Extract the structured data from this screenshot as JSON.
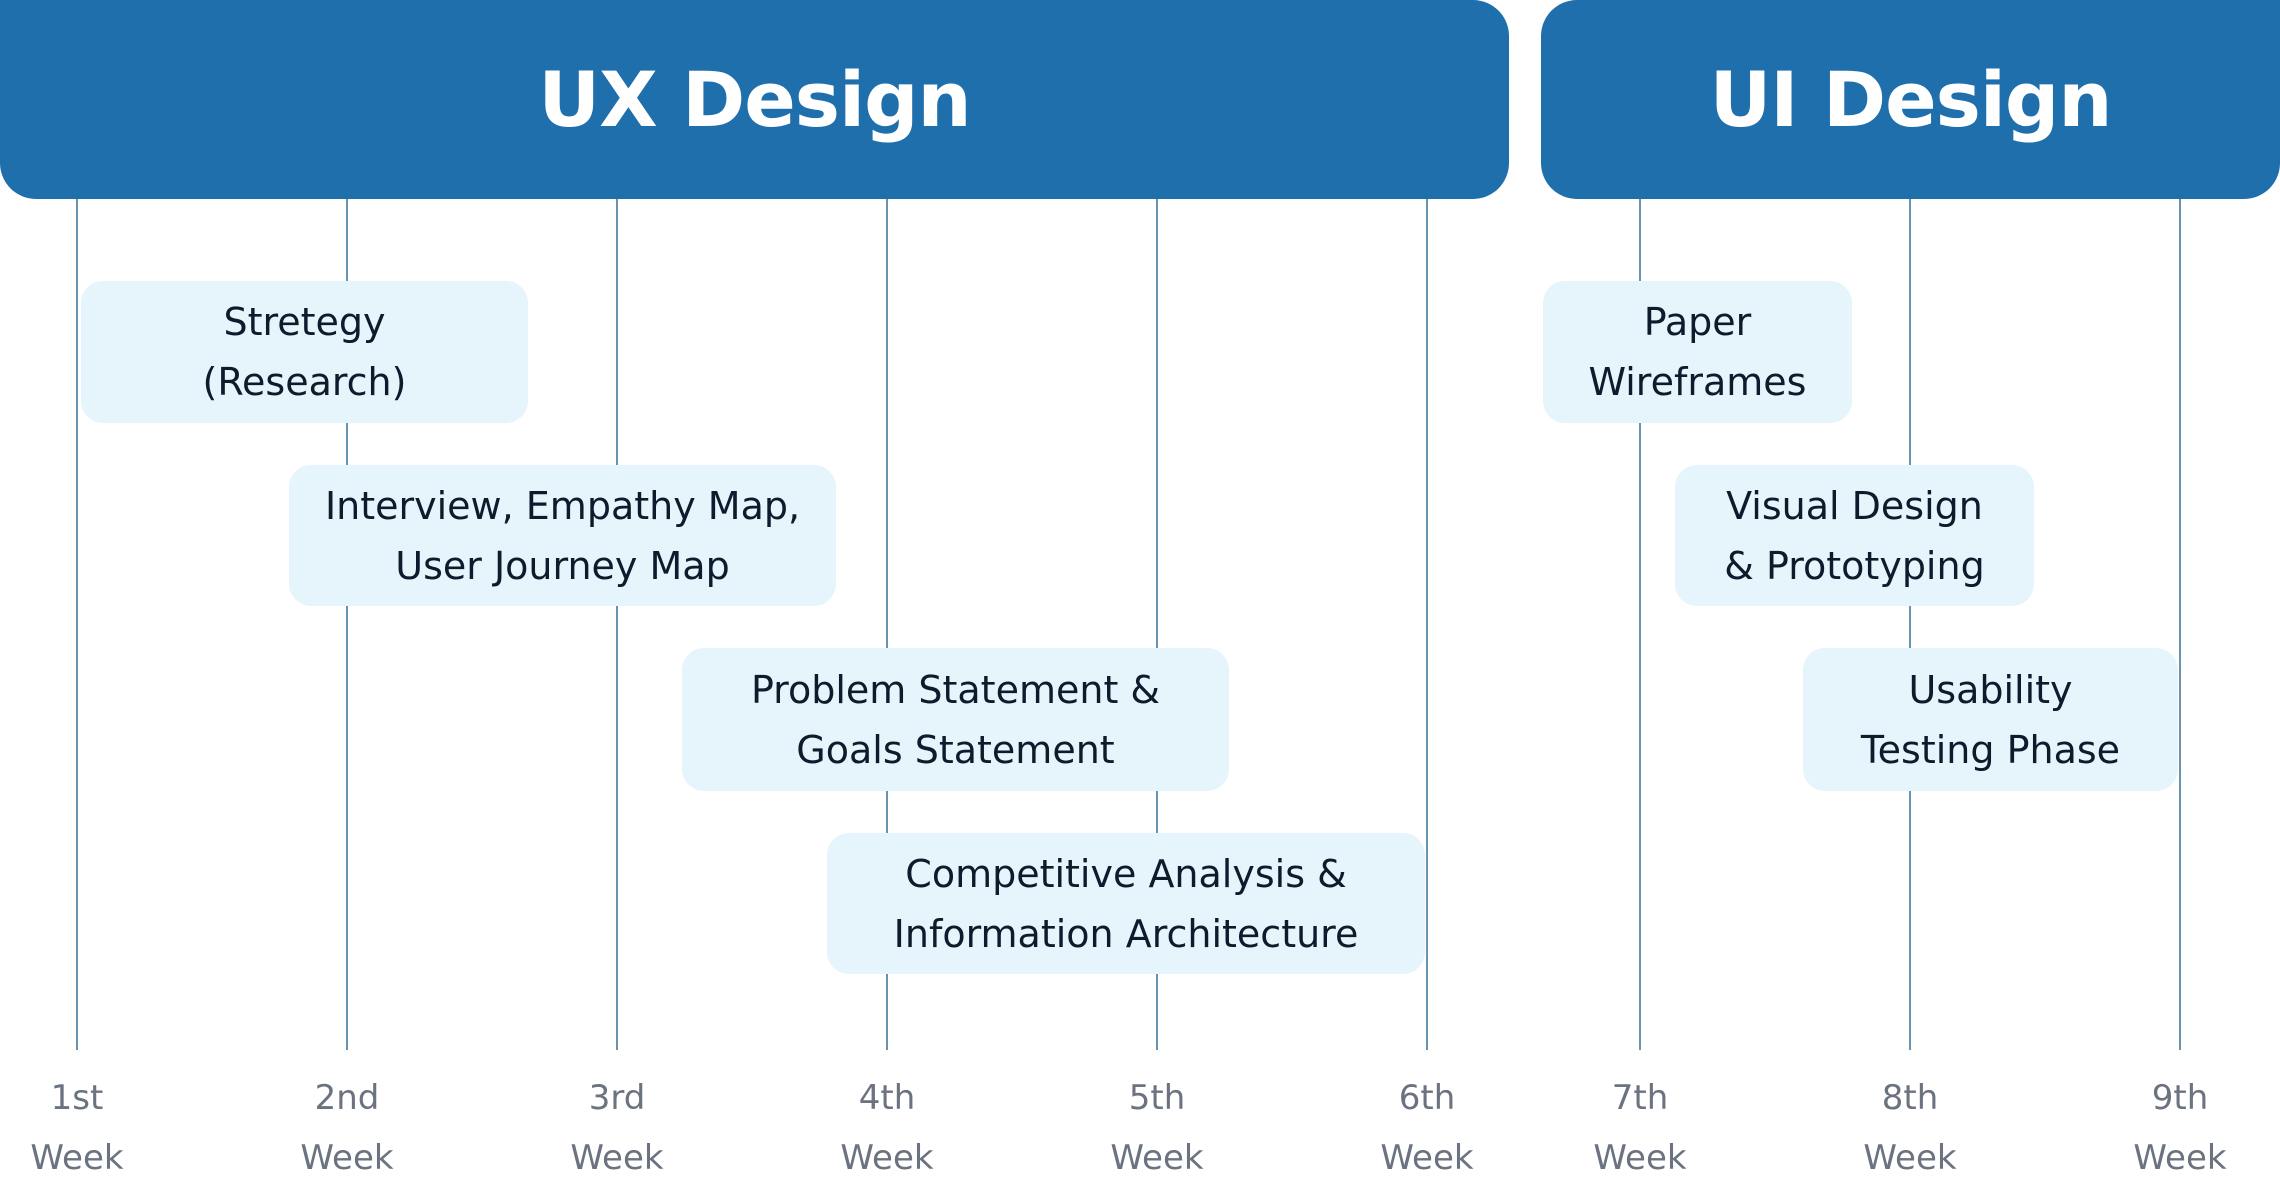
{
  "phases": [
    {
      "title": "UX Design"
    },
    {
      "title": "UI Design"
    }
  ],
  "weeks": [
    {
      "num": "1st",
      "label": "Week"
    },
    {
      "num": "2nd",
      "label": "Week"
    },
    {
      "num": "3rd",
      "label": "Week"
    },
    {
      "num": "4th",
      "label": "Week"
    },
    {
      "num": "5th",
      "label": "Week"
    },
    {
      "num": "6th",
      "label": "Week"
    },
    {
      "num": "7th",
      "label": "Week"
    },
    {
      "num": "8th",
      "label": "Week"
    },
    {
      "num": "9th",
      "label": "Week"
    }
  ],
  "tasks": [
    {
      "line1": "Stretegy",
      "line2": "(Research)",
      "phase": "UX Design"
    },
    {
      "line1": "Interview, Empathy Map,",
      "line2": "User Journey Map",
      "phase": "UX Design"
    },
    {
      "line1": "Problem Statement &",
      "line2": "Goals Statement",
      "phase": "UX Design"
    },
    {
      "line1": "Competitive Analysis &",
      "line2": "Information Architecture",
      "phase": "UX Design"
    },
    {
      "line1": "Paper",
      "line2": "Wireframes",
      "phase": "UI Design"
    },
    {
      "line1": "Visual Design",
      "line2": "& Prototyping",
      "phase": "UI Design"
    },
    {
      "line1": "Usability",
      "line2": "Testing Phase",
      "phase": "UI Design"
    }
  ],
  "colors": {
    "header": "#1F6FAC",
    "card": "#E6F4FC",
    "gridline": "#6A93B0",
    "week_label": "#6B7280",
    "card_text": "#0F1B2D"
  }
}
